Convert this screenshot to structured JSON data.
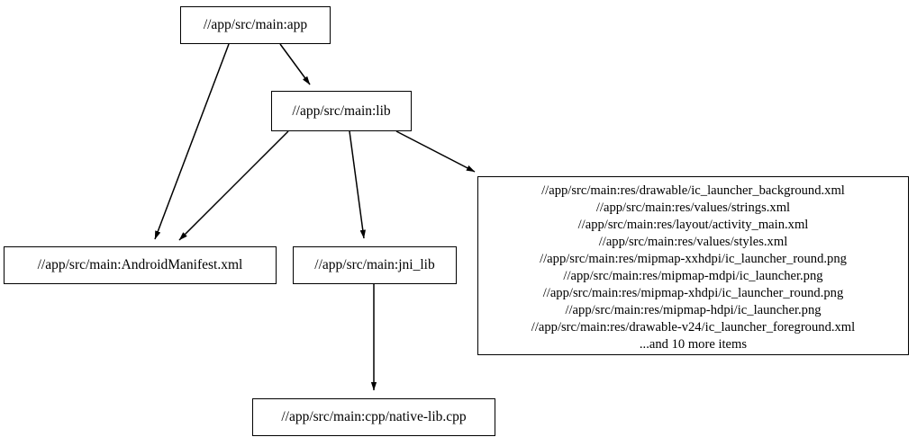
{
  "graph": {
    "type": "dependency-graph",
    "direction": "top-to-bottom",
    "nodes": [
      {
        "id": "app",
        "label": "//app/src/main:app"
      },
      {
        "id": "lib",
        "label": "//app/src/main:lib"
      },
      {
        "id": "manifest",
        "label": "//app/src/main:AndroidManifest.xml"
      },
      {
        "id": "jni_lib",
        "label": "//app/src/main:jni_lib"
      },
      {
        "id": "cpp_native_lib",
        "label": "//app/src/main:cpp/native-lib.cpp"
      },
      {
        "id": "res_group",
        "lines": [
          "//app/src/main:res/drawable/ic_launcher_background.xml",
          "//app/src/main:res/values/strings.xml",
          "//app/src/main:res/layout/activity_main.xml",
          "//app/src/main:res/values/styles.xml",
          "//app/src/main:res/mipmap-xxhdpi/ic_launcher_round.png",
          "//app/src/main:res/mipmap-mdpi/ic_launcher.png",
          "//app/src/main:res/mipmap-xhdpi/ic_launcher_round.png",
          "//app/src/main:res/mipmap-hdpi/ic_launcher.png",
          "//app/src/main:res/drawable-v24/ic_launcher_foreground.xml",
          "...and 10 more items"
        ]
      }
    ],
    "edges": [
      {
        "from": "app",
        "to": "lib"
      },
      {
        "from": "app",
        "to": "manifest"
      },
      {
        "from": "lib",
        "to": "manifest"
      },
      {
        "from": "lib",
        "to": "jni_lib"
      },
      {
        "from": "lib",
        "to": "res_group"
      },
      {
        "from": "jni_lib",
        "to": "cpp_native_lib"
      }
    ],
    "colors": {
      "background": "#ffffff",
      "node_fill": "#ffffff",
      "node_stroke": "#000000",
      "edge_stroke": "#000000",
      "text": "#000000"
    }
  }
}
